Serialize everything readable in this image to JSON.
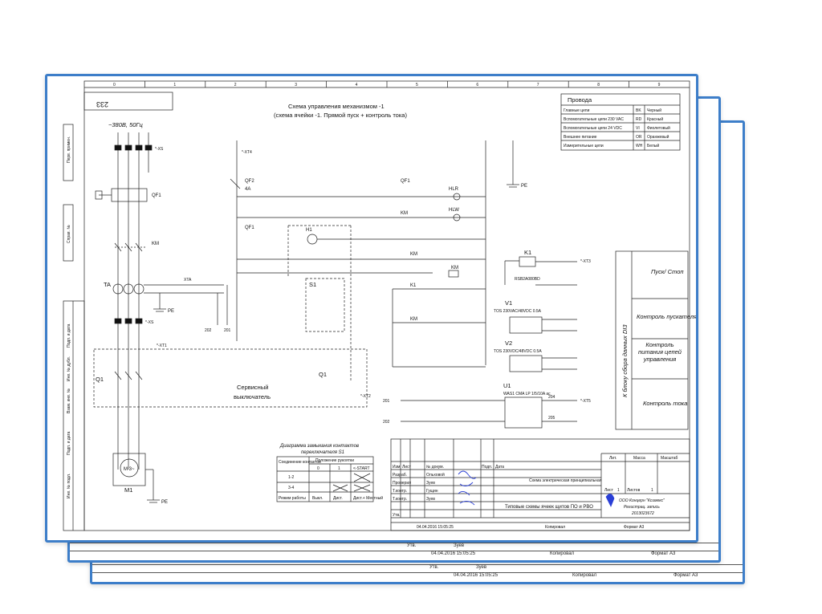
{
  "diagram": {
    "ref_number": "233",
    "title": "Схема управления механизмом -1",
    "subtitle": "(схема ячейки -1. Прямой пуск + контроль тока)",
    "supply": "~380В, 50Гц",
    "col_numbers": [
      "0",
      "1",
      "2",
      "3",
      "4",
      "5",
      "6",
      "7",
      "8",
      "9"
    ],
    "left_labels": [
      "Перв. примен.",
      "Справ. №",
      "Подп. и дата",
      "Инв. № дубл.",
      "Взам. инв. №",
      "Подп. и дата",
      "Инв. № подл."
    ],
    "wires_legend": {
      "title": "Провода",
      "rows": [
        {
          "name": "Главные цепи",
          "code": "BK",
          "color": "Черный"
        },
        {
          "name": "Вспомогательные цепи 230 VAC",
          "code": "RD",
          "color": "Красный"
        },
        {
          "name": "Вспомогательные цепи 24 VDC",
          "code": "VI",
          "color": "Фиолетовый"
        },
        {
          "name": "Внешнее питание",
          "code": "OR",
          "color": "Оранжевый"
        },
        {
          "name": "Измерительные цепи",
          "code": "WH",
          "color": "Белый"
        }
      ]
    },
    "right_box": {
      "vertical_label": "К блоку сбора данных DI3",
      "items": [
        "Пуск/ Стоп",
        "Контроль пускателя",
        "Контроль питания цепей управления",
        "Контроль тока"
      ]
    },
    "components": {
      "qf1": "QF1",
      "km": "KM",
      "ta": "TA",
      "xta": "XTA",
      "pe": "PE",
      "q1": "Q1",
      "m1": "M1",
      "m_sym": "M 3~",
      "qf2": "QF2",
      "qf2_rating": "4A",
      "h1": "H1",
      "s1": "S1",
      "k1": "K1",
      "v1": "V1",
      "v2": "V2",
      "u1": "U1",
      "hlr": "HLR",
      "hlw": "HLW",
      "service_switch_1": "Сервисный",
      "service_switch_2": "выключатель",
      "k1_model": "RSB2A080BD",
      "v1_model": "TOS 230VAC/48VDC 0.5A",
      "v2_model": "TOS 230VDC/48VDC 0.5A",
      "u1_model": "WAS1 CMA LP 1/5/10A ac",
      "xs": "*-XS",
      "xt1": "*-XT1",
      "xt2": "*-XT2",
      "xt3": "*-XT3",
      "xt4": "*-XT4",
      "xt5": "*-XT5",
      "wire_201": "201",
      "wire_202": "202",
      "wire_204": "204",
      "wire_205": "205"
    },
    "switch_diagram": {
      "title_1": "Диаграмма замыкания контактов",
      "title_2": "переключателя S1",
      "col_head": "Положение рукоятки",
      "row_head": "Соединение контактов",
      "positions": [
        "0",
        "1",
        "<-START"
      ],
      "rows": [
        "1-2",
        "3-4",
        "Режим работы"
      ],
      "modes": [
        "Выкл.",
        "Дист.",
        "Дист.+ Местный"
      ]
    },
    "title_block": {
      "headers": [
        "Изм",
        "Лист",
        "№ докум.",
        "Подп.",
        "Дата"
      ],
      "roles": [
        {
          "role": "Разраб.",
          "name": "Ольховой"
        },
        {
          "role": "Проверил",
          "name": "Зуев"
        },
        {
          "role": "Т.контр.",
          "name": "Гущин"
        },
        {
          "role": "Т.контр.",
          "name": "Зуев"
        },
        {
          "role": "",
          "name": ""
        },
        {
          "role": "Утв.",
          "name": ""
        }
      ],
      "doc_name": "Схема электрическая принципиальная",
      "doc_type": "Типовые схемы ячеек щитов ПО и РВО",
      "lit": "Лит.",
      "mass": "Масса",
      "scale": "Масштаб",
      "sheet": "Лист",
      "sheet_no": "1",
      "sheets": "Листов",
      "sheets_no": "1",
      "company": "ООО Концерн \"Ксимекс\"",
      "reg": "Регистрац. запись",
      "reg_no": "2013023672",
      "date": "04.04.2016 15:05:25",
      "copied": "Копировал",
      "format": "Формат А3"
    },
    "back_sheets": {
      "name": "Зуев",
      "role": "Утв.",
      "date": "04.04.2016 15:05:25",
      "copied": "Копировал",
      "format": "Формат А3"
    }
  }
}
